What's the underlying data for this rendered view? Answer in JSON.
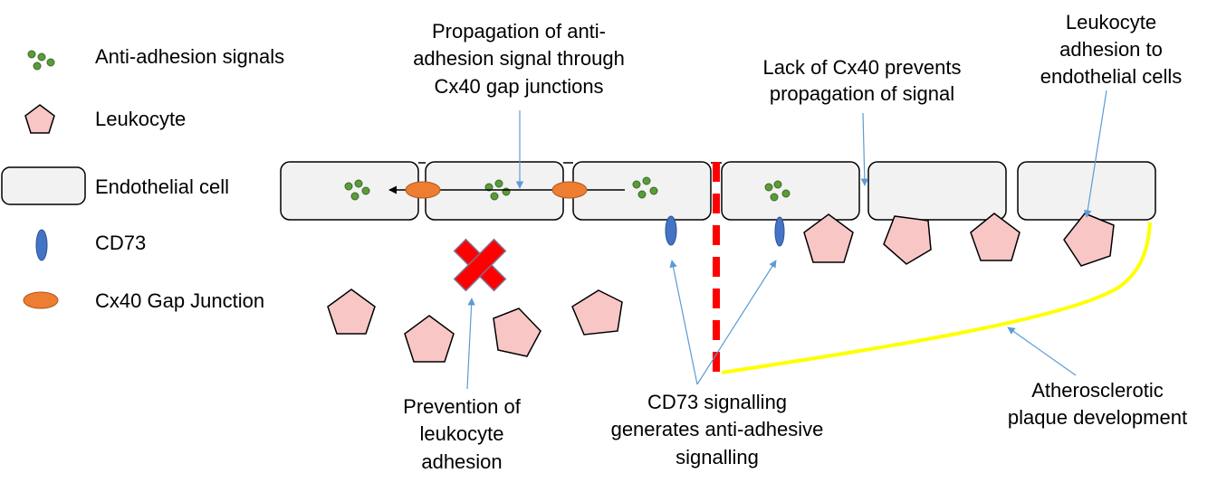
{
  "legend": {
    "items": [
      {
        "key": "signal",
        "label": "Anti-adhesion signals"
      },
      {
        "key": "leukocyte",
        "label": "Leukocyte"
      },
      {
        "key": "endothelial",
        "label": "Endothelial cell"
      },
      {
        "key": "cd73",
        "label": "CD73"
      },
      {
        "key": "cx40",
        "label": "Cx40 Gap Junction"
      }
    ]
  },
  "annotations": {
    "propagation": [
      "Propagation of anti-",
      "adhesion signal through",
      "Cx40 gap junctions"
    ],
    "lack": [
      "Lack of Cx40 prevents",
      "propagation of signal"
    ],
    "adhesion": [
      "Leukocyte",
      "adhesion to",
      "endothelial cells"
    ],
    "prevention": [
      "Prevention of",
      "leukocyte",
      "adhesion"
    ],
    "cd73_signalling": [
      "CD73 signalling",
      "generates anti-adhesive",
      "signalling"
    ],
    "plaque": [
      "Atherosclerotic",
      "plaque development"
    ]
  },
  "colors": {
    "signal_dot": "#5b9b3a",
    "leukocyte_fill": "#f9c6c6",
    "cell_fill": "#f2f2f2",
    "cd73_fill": "#4472c4",
    "cx40_fill": "#ed7d31",
    "cross": "#ff0000",
    "divider": "#ff0000",
    "plaque_line": "#ffff00",
    "pointer": "#5b9bd5"
  }
}
